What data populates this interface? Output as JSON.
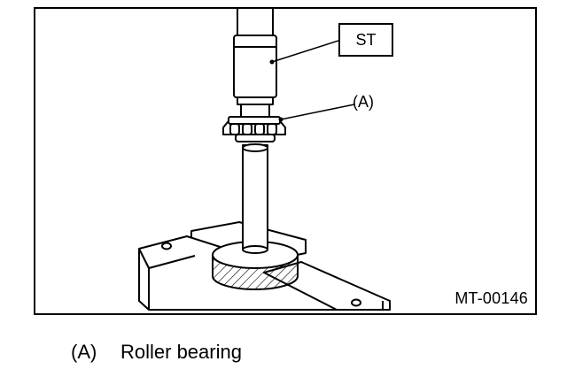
{
  "figure": {
    "id": "MT-00146",
    "callouts": {
      "st": "ST",
      "a": "(A)"
    }
  },
  "legend": [
    {
      "key": "(A)",
      "text": "Roller bearing"
    }
  ]
}
